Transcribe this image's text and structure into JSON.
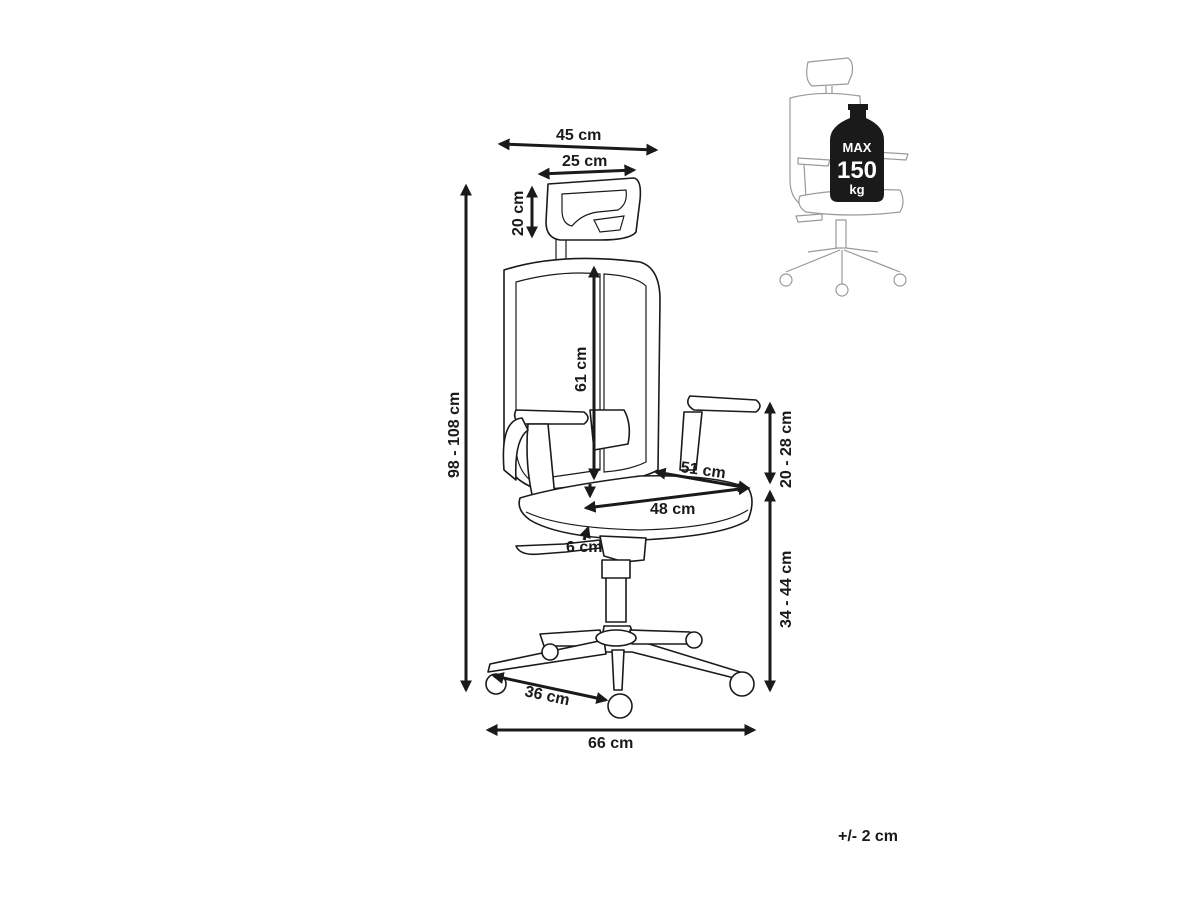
{
  "dimensions": {
    "headrest_outer_width": "45 cm",
    "headrest_inner_width": "25 cm",
    "headrest_height": "20 cm",
    "total_height": "98 - 108 cm",
    "backrest_height": "61 cm",
    "seat_width": "51 cm",
    "seat_depth": "48 cm",
    "seat_thickness": "6 cm",
    "armrest_height": "20 - 28 cm",
    "seat_height": "34 - 44 cm",
    "leg_length": "36 cm",
    "base_width": "66 cm"
  },
  "tolerance": "+/- 2 cm",
  "weight_badge": {
    "max_label": "MAX",
    "value": "150",
    "unit": "kg"
  },
  "colors": {
    "ink": "#1a1a1a",
    "ghost": "#9a9a9a"
  }
}
